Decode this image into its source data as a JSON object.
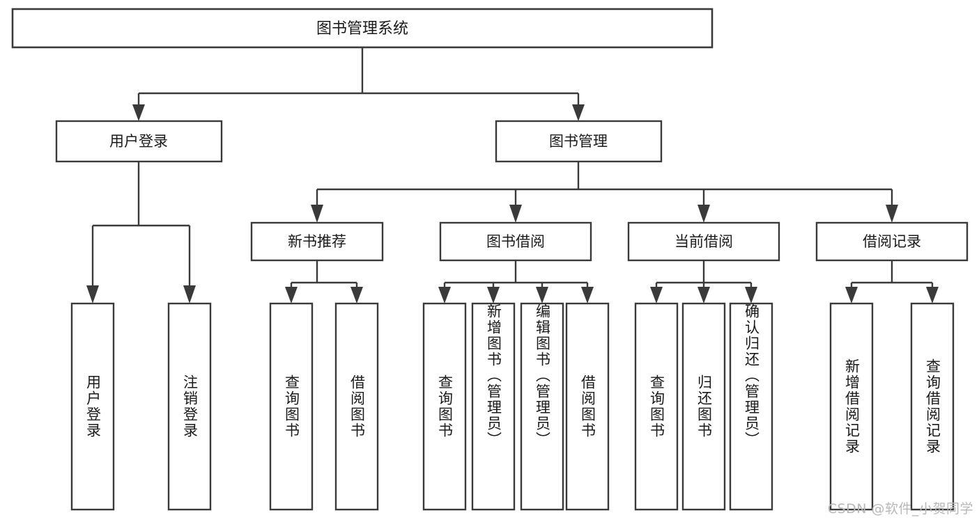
{
  "diagram": {
    "type": "tree-hierarchy",
    "orientation": "top-down",
    "title": "图书管理系统",
    "colors": {
      "box_stroke": "#3a3a3a",
      "box_fill": "#ffffff",
      "text": "#1a1a1a",
      "connector": "#3a3a3a",
      "watermark": "#b8b8b8",
      "background": "#ffffff"
    },
    "levels": {
      "root": {
        "label": "图书管理系统"
      },
      "level2": [
        {
          "label": "用户登录"
        },
        {
          "label": "图书管理"
        }
      ],
      "level3": [
        {
          "label": "新书推荐"
        },
        {
          "label": "图书借阅"
        },
        {
          "label": "当前借阅"
        },
        {
          "label": "借阅记录"
        }
      ],
      "leaves": {
        "user_login": [
          {
            "label": "用户登录"
          },
          {
            "label": "注销登录"
          }
        ],
        "new_book": [
          {
            "label": "查询图书"
          },
          {
            "label": "借阅图书"
          }
        ],
        "book_borrow": [
          {
            "label": "查询图书"
          },
          {
            "label": "新增图书（管理员）"
          },
          {
            "label": "编辑图书（管理员）"
          },
          {
            "label": "借阅图书"
          }
        ],
        "current_borrow": [
          {
            "label": "查询图书"
          },
          {
            "label": "归还图书"
          },
          {
            "label": "确认归还（管理员）"
          }
        ],
        "borrow_record": [
          {
            "label": "新增借阅记录"
          },
          {
            "label": "查询借阅记录"
          }
        ]
      }
    }
  },
  "watermark": {
    "text": "CSDN @软件_小贺同学"
  }
}
